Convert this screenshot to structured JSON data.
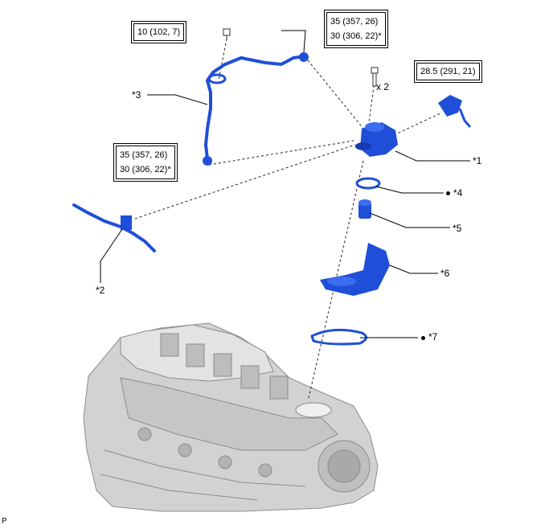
{
  "torques": {
    "t1": "10 (102, 7)",
    "t2_line1": "35 (357, 26)",
    "t2_line2": "30 (306, 22)*",
    "t3": "28.5 (291, 21)",
    "t4_line1": "35 (357, 26)",
    "t4_line2": "30 (306, 22)*"
  },
  "bolt_qty": "x 2",
  "callouts": {
    "c1": "*1",
    "c2": "*2",
    "c3": "*3",
    "c4": "*4",
    "c5": "*5",
    "c6": "*6",
    "c7": "*7"
  },
  "footer_code": "P",
  "colors": {
    "part_blue": "#1f4fd8",
    "engine_gray": "#c9c9c9"
  }
}
